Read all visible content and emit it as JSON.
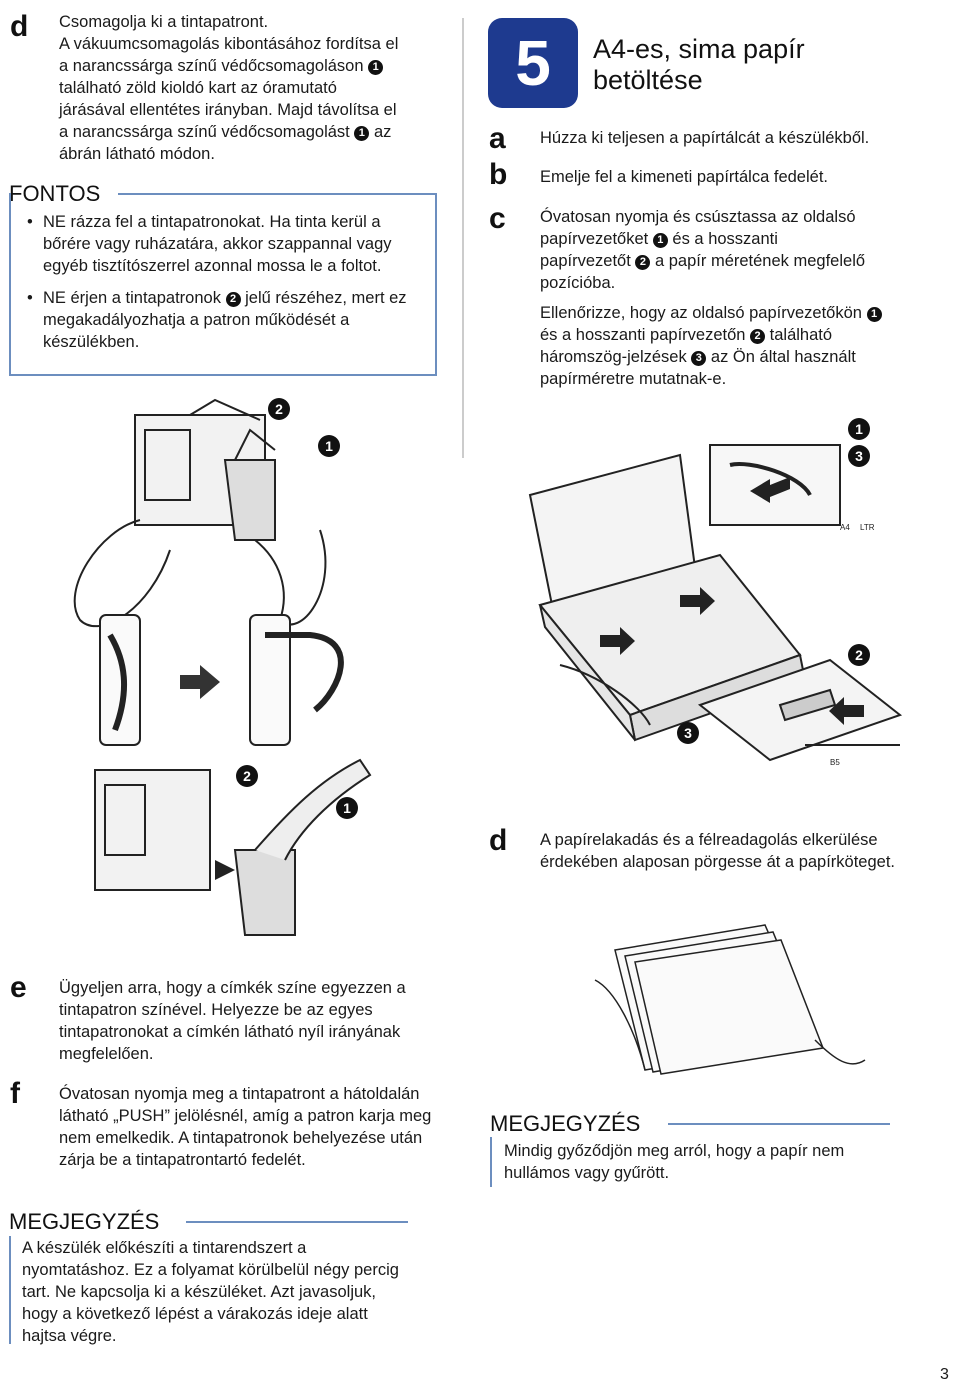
{
  "left": {
    "d": {
      "letter": "d",
      "line1": "Csomagolja ki a tintapatront.",
      "line2": "A vákuumcsomagolás kibontásához fordítsa el",
      "line3a": "a narancssárga színű védőcsomagoláson",
      "line4": "található zöld kioldó kart az óramutató",
      "line5": "járásával ellentétes irányban. Majd távolítsa el",
      "line6a": "a narancssárga színű védőcsomagolást",
      "line6b": "az",
      "line7": "ábrán látható módon."
    },
    "fontos": {
      "title": "FONTOS",
      "b1": "NE rázza fel a tintapatronokat. Ha tinta kerül a bőrére vagy ruházatára, akkor szappannal vagy egyéb tisztítószerrel azonnal mossa le a foltot.",
      "b2a": "NE érjen a tintapatronok",
      "b2b": "jelű részéhez, mert ez megakadályozhatja a patron működését a készülékben."
    },
    "e": {
      "letter": "e",
      "text": "Ügyeljen arra, hogy a címkék színe egyezzen a tintapatron színével. Helyezze be az egyes tintapatronokat a címkén látható nyíl irányának megfelelően."
    },
    "f": {
      "letter": "f",
      "text": "Óvatosan nyomja meg a tintapatront a hátoldalán látható „PUSH” jelölésnél, amíg a patron karja meg nem emelkedik. A tintapatronok behelyezése után zárja be a tintapatrontartó fedelét."
    },
    "note": {
      "title": "MEGJEGYZÉS",
      "text": "A készülék előkészíti a tintarendszert a nyomtatáshoz. Ez a folyamat körülbelül négy percig tart. Ne kapcsolja ki a készüléket. Azt javasoljuk, hogy a következő lépést a várakozás ideje alatt hajtsa végre."
    }
  },
  "right": {
    "step": {
      "number": "5",
      "title_line1": "A4-es, sima papír",
      "title_line2": "betöltése"
    },
    "a": {
      "letter": "a",
      "text": "Húzza ki teljesen a papírtálcát a készülékből."
    },
    "b": {
      "letter": "b",
      "text": "Emelje fel a kimeneti papírtálca fedelét."
    },
    "c": {
      "letter": "c",
      "p1_a": "Óvatosan nyomja és csúsztassa az oldalsó",
      "p1_b": "papírvezetőket",
      "p1_c": "és a hosszanti",
      "p1_d": "papírvezetőt",
      "p1_e": "a papír méretének megfelelő",
      "p1_f": "pozícióba.",
      "p2_a": "Ellenőrizze, hogy az oldalsó papírvezetőkön",
      "p2_b": "és a hosszanti papírvezetőn",
      "p2_c": "található",
      "p2_d": "háromszög-jelzések",
      "p2_e": "az Ön által használt",
      "p2_f": "papírméretre mutatnak-e."
    },
    "d": {
      "letter": "d",
      "text": "A papírelakadás és a félreadagolás elkerülése érdekében alaposan pörgesse át a papírköteget."
    },
    "note": {
      "title": "MEGJEGYZÉS",
      "text": "Mindig győződjön meg arról, hogy a papír nem hullámos vagy gyűrött."
    }
  },
  "callouts": {
    "one": "1",
    "two": "2",
    "three": "3"
  },
  "illustration_labels": {
    "b5": "B5",
    "a4": "A4",
    "letter": "LTR"
  },
  "page_number": "3"
}
